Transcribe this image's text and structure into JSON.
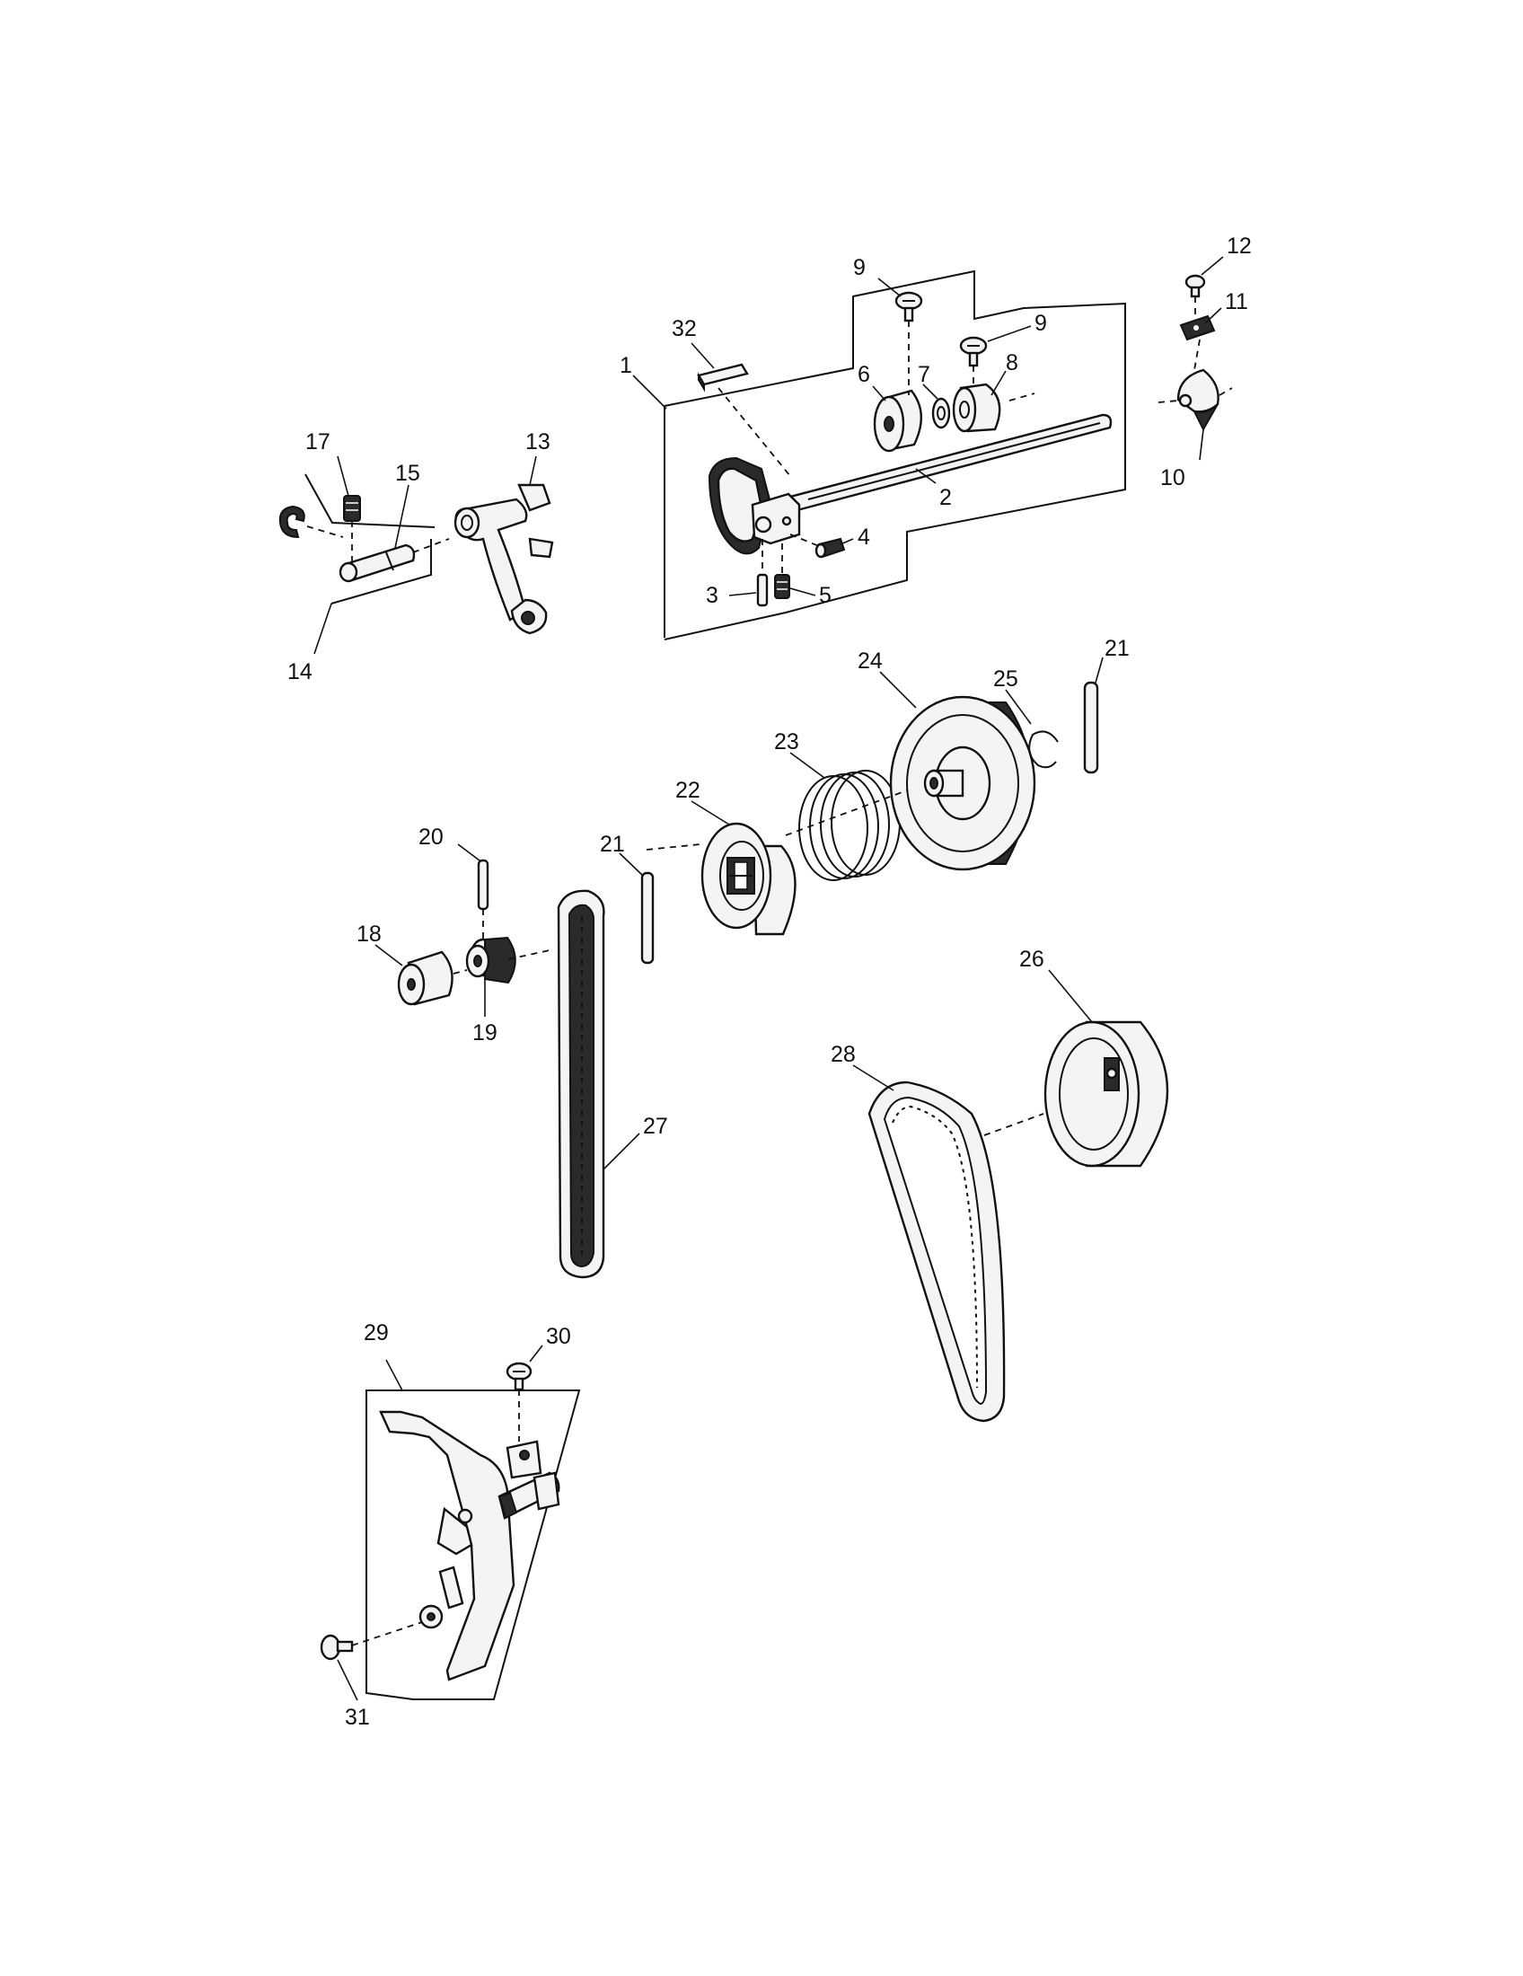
{
  "diagram": {
    "callouts": [
      {
        "id": "c1",
        "text": "1"
      },
      {
        "id": "c2",
        "text": "2"
      },
      {
        "id": "c3",
        "text": "3"
      },
      {
        "id": "c4",
        "text": "4"
      },
      {
        "id": "c5",
        "text": "5"
      },
      {
        "id": "c6",
        "text": "6"
      },
      {
        "id": "c7",
        "text": "7"
      },
      {
        "id": "c8",
        "text": "8"
      },
      {
        "id": "c9a",
        "text": "9"
      },
      {
        "id": "c9b",
        "text": "9"
      },
      {
        "id": "c10",
        "text": "10"
      },
      {
        "id": "c11",
        "text": "11"
      },
      {
        "id": "c12",
        "text": "12"
      },
      {
        "id": "c13",
        "text": "13"
      },
      {
        "id": "c14",
        "text": "14"
      },
      {
        "id": "c15",
        "text": "15"
      },
      {
        "id": "c17",
        "text": "17"
      },
      {
        "id": "c18",
        "text": "18"
      },
      {
        "id": "c19",
        "text": "19"
      },
      {
        "id": "c20",
        "text": "20"
      },
      {
        "id": "c21a",
        "text": "21"
      },
      {
        "id": "c21b",
        "text": "21"
      },
      {
        "id": "c22",
        "text": "22"
      },
      {
        "id": "c23",
        "text": "23"
      },
      {
        "id": "c24",
        "text": "24"
      },
      {
        "id": "c25",
        "text": "25"
      },
      {
        "id": "c26",
        "text": "26"
      },
      {
        "id": "c27",
        "text": "27"
      },
      {
        "id": "c28",
        "text": "28"
      },
      {
        "id": "c29",
        "text": "29"
      },
      {
        "id": "c30",
        "text": "30"
      },
      {
        "id": "c31",
        "text": "31"
      },
      {
        "id": "c32",
        "text": "32"
      }
    ]
  }
}
